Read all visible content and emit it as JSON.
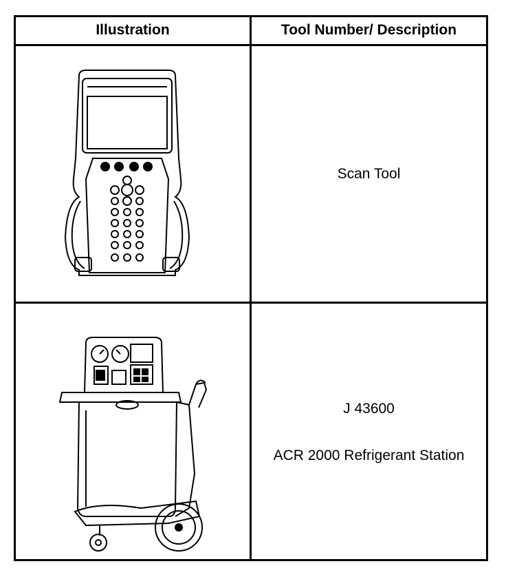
{
  "table": {
    "headers": {
      "illustration": "Illustration",
      "description": "Tool Number/ Description"
    },
    "rows": [
      {
        "illustration_icon": "scan-tool-illustration",
        "tool_number": "",
        "description": "Scan Tool"
      },
      {
        "illustration_icon": "refrigerant-station-illustration",
        "tool_number": "J 43600",
        "description": "ACR 2000 Refrigerant Station"
      }
    ]
  }
}
